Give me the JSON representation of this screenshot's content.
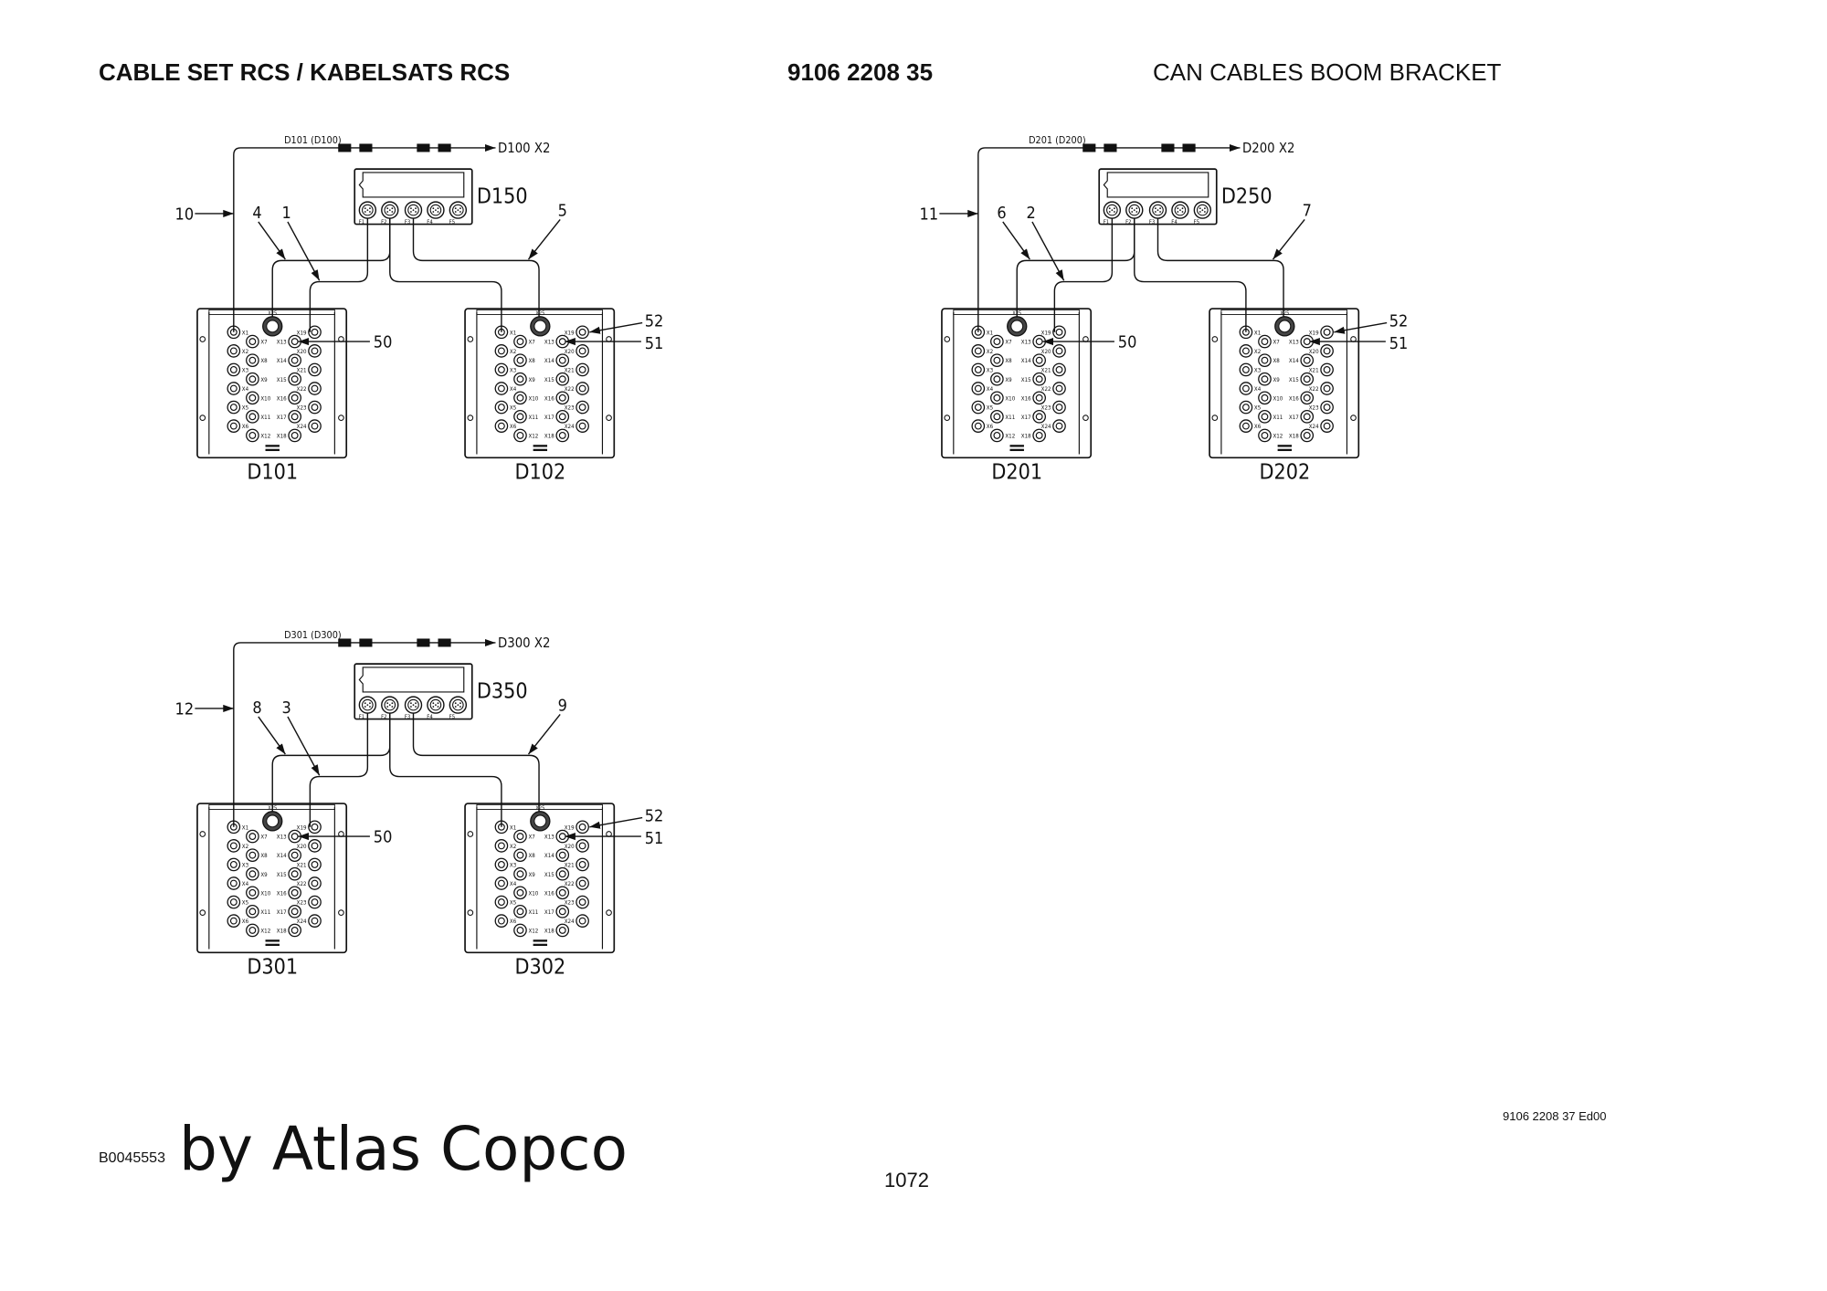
{
  "header": {
    "title": "CABLE SET RCS / KABELSATS RCS",
    "part_number": "9106 2208 35",
    "description": "CAN CABLES BOOM BRACKET"
  },
  "footer": {
    "drawing_id": "B0045553",
    "watermark": "by Atlas Copco",
    "page_number": "1072",
    "edition": "9106 2208 37 Ed00"
  },
  "groups": [
    {
      "cable_label": "D101 (D100)",
      "dest_label": "D100  X2",
      "hub_label": "D150",
      "left_module": "D101",
      "right_module": "D102",
      "callouts": {
        "main": "10",
        "left_up": "4",
        "cross": "1",
        "right_up": "5",
        "left_port": "50",
        "right_port_top": "52",
        "right_port": "51"
      }
    },
    {
      "cable_label": "D201 (D200)",
      "dest_label": "D200  X2",
      "hub_label": "D250",
      "left_module": "D201",
      "right_module": "D202",
      "callouts": {
        "main": "11",
        "left_up": "6",
        "cross": "2",
        "right_up": "7",
        "left_port": "50",
        "right_port_top": "52",
        "right_port": "51"
      }
    },
    {
      "cable_label": "D301 (D300)",
      "dest_label": "D300  X2",
      "hub_label": "D350",
      "left_module": "D301",
      "right_module": "D302",
      "callouts": {
        "main": "12",
        "left_up": "8",
        "cross": "3",
        "right_up": "9",
        "left_port": "50",
        "right_port_top": "52",
        "right_port": "51"
      }
    }
  ],
  "hub_ports": [
    "F1",
    "F2",
    "F3",
    "F4",
    "F5"
  ],
  "module_port_labels": {
    "top": "X25",
    "col1": [
      "X1",
      "X2",
      "X3",
      "X4",
      "X5",
      "X6"
    ],
    "col2": [
      "X7",
      "X8",
      "X9",
      "X10",
      "X11",
      "X12"
    ],
    "col3": [
      "X13",
      "X14",
      "X15",
      "X16",
      "X17",
      "X18"
    ],
    "col4": [
      "X19",
      "X20",
      "X21",
      "X22",
      "X23",
      "X24"
    ]
  }
}
